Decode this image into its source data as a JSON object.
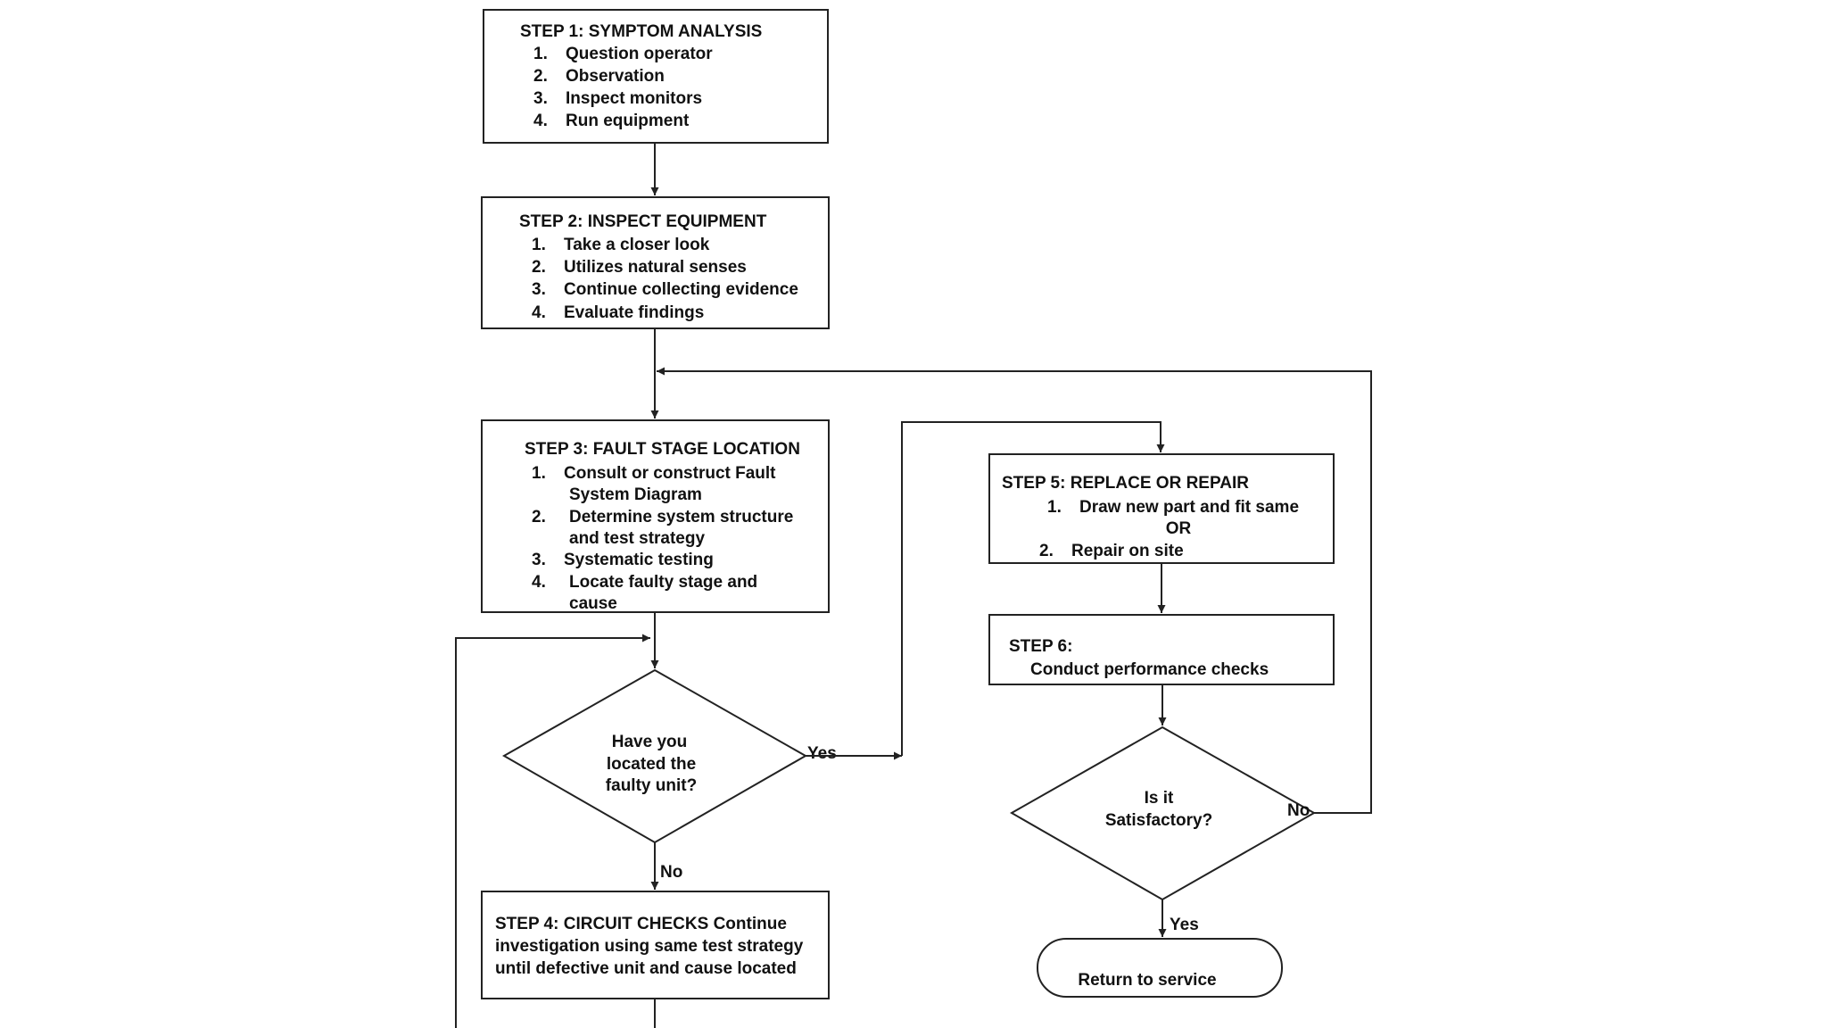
{
  "step1": {
    "title": "STEP 1: SYMPTOM ANALYSIS",
    "items": [
      {
        "num": "1.",
        "text": "Question operator"
      },
      {
        "num": "2.",
        "text": "Observation"
      },
      {
        "num": "3.",
        "text": "Inspect monitors"
      },
      {
        "num": "4.",
        "text": "Run equipment"
      }
    ]
  },
  "step2": {
    "title": "STEP 2: INSPECT EQUIPMENT",
    "items": [
      {
        "num": "1.",
        "text": "Take a closer look"
      },
      {
        "num": "2.",
        "text": "Utilizes natural senses"
      },
      {
        "num": "3.",
        "text": "Continue collecting evidence"
      },
      {
        "num": "4.",
        "text": "Evaluate findings"
      }
    ]
  },
  "step3": {
    "title": "STEP 3: FAULT STAGE LOCATION",
    "items": [
      {
        "num": "1.",
        "line1": "Consult or construct Fault",
        "line2": "System Diagram"
      },
      {
        "num": "2.",
        "line1": "Determine system structure",
        "line2": "and test strategy"
      },
      {
        "num": "3.",
        "line1": "Systematic testing"
      },
      {
        "num": "4.",
        "line1": "Locate faulty stage and",
        "line2": "cause"
      }
    ]
  },
  "decision1": {
    "lines": [
      "Have you",
      "located the",
      "faulty unit?"
    ],
    "yes_label": "Yes",
    "no_label": "No"
  },
  "step4": {
    "lines": [
      "STEP 4: CIRCUIT CHECKS Continue",
      "investigation using same test strategy",
      "until defective unit and cause located"
    ]
  },
  "step5": {
    "title": "STEP 5: REPLACE OR REPAIR",
    "item1_num": "1.",
    "item1": "Draw new part and fit same",
    "or": "OR",
    "item2_num": "2.",
    "item2": "Repair on site"
  },
  "step6": {
    "title": "STEP 6:",
    "text": "Conduct performance checks"
  },
  "decision2": {
    "lines": [
      "Is it",
      "Satisfactory?"
    ],
    "no_label": "No",
    "yes_label": "Yes"
  },
  "terminal": {
    "label": "Return to service"
  }
}
